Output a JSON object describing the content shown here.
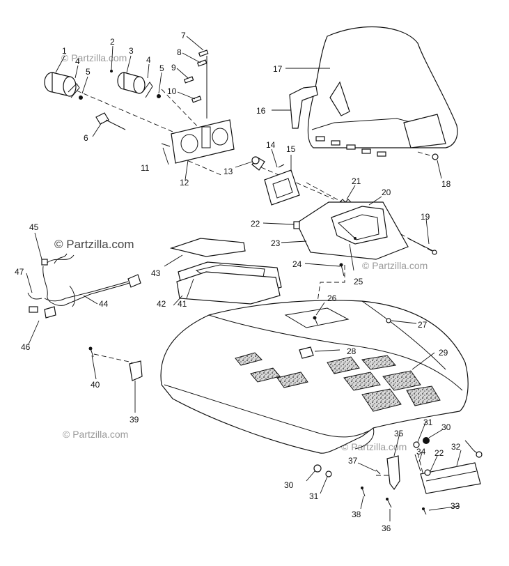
{
  "watermarks": {
    "small": "© Partzilla.com",
    "large": "© Partzilla.com"
  },
  "callouts": {
    "c1": "1",
    "c2": "2",
    "c3": "3",
    "c4a": "4",
    "c4b": "4",
    "c5a": "5",
    "c5b": "5",
    "c6": "6",
    "c7": "7",
    "c8": "8",
    "c9": "9",
    "c10": "10",
    "c11": "11",
    "c12": "12",
    "c13": "13",
    "c14": "14",
    "c15": "15",
    "c16": "16",
    "c17": "17",
    "c18": "18",
    "c19": "19",
    "c20": "20",
    "c21": "21",
    "c22a": "22",
    "c22b": "22",
    "c23": "23",
    "c24": "24",
    "c25": "25",
    "c26": "26",
    "c27": "27",
    "c28": "28",
    "c29": "29",
    "c30a": "30",
    "c30b": "30",
    "c31a": "31",
    "c31b": "31",
    "c32": "32",
    "c33": "33",
    "c34": "34",
    "c35": "35",
    "c36": "36",
    "c37": "37",
    "c38": "38",
    "c39": "39",
    "c40": "40",
    "c41": "41",
    "c42": "42",
    "c43": "43",
    "c44": "44",
    "c45": "45",
    "c46": "46",
    "c47": "47"
  }
}
